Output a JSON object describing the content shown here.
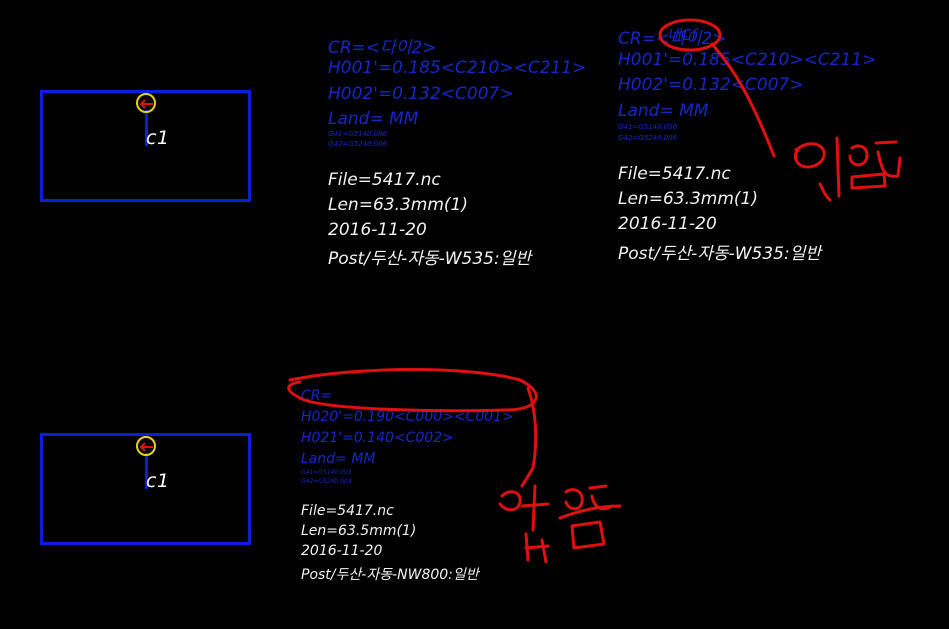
{
  "colors": {
    "background": "#000000",
    "cad_blue": "#1428c8",
    "text_white": "#f2f2f2",
    "annotation_red": "#e01010",
    "marker_yellow": "#e6d21e"
  },
  "parts": [
    {
      "label": "c1"
    },
    {
      "label": "c1"
    }
  ],
  "blocks": {
    "top_left": {
      "cr": "CR=<다이2>",
      "h1": "H001'=0.185<C210><C211>",
      "h2": "H002'=0.132<C007>",
      "land": "Land=  MM",
      "g41": "G41=G5140.006",
      "g42": "G42=G5240.006",
      "file": "File=5417.nc",
      "len": "Len=63.3mm(1)",
      "date": "2016-11-20",
      "post": "Post/두산-자동-W535:일반"
    },
    "top_right": {
      "cr": "CR=<다이2>",
      "cr_highlight": "내Cf",
      "h1": "H001'=0.185<C210><C211>",
      "h2": "H002'=0.132<C007>",
      "land": "Land=  MM",
      "g41": "G41=G5140.006",
      "g42": "G42=G5240.006",
      "file": "File=5417.nc",
      "len": "Len=63.3mm(1)",
      "date": "2016-11-20",
      "post": "Post/두산-자동-W535:일반"
    },
    "bottom": {
      "cr": "CR=",
      "h1": "H020'=0.190<C000><C001>",
      "h2": "H021'=0.140<C002>",
      "land": "Land=  MM",
      "g41": "G41=G5140.003",
      "g42": "G42=G5240.003",
      "file": "File=5417.nc",
      "len": "Len=63.5mm(1)",
      "date": "2016-11-20",
      "post": "Post/두산-자동-NW800:일반"
    }
  },
  "annotations": {
    "top": "있음",
    "bottom": "없음"
  }
}
